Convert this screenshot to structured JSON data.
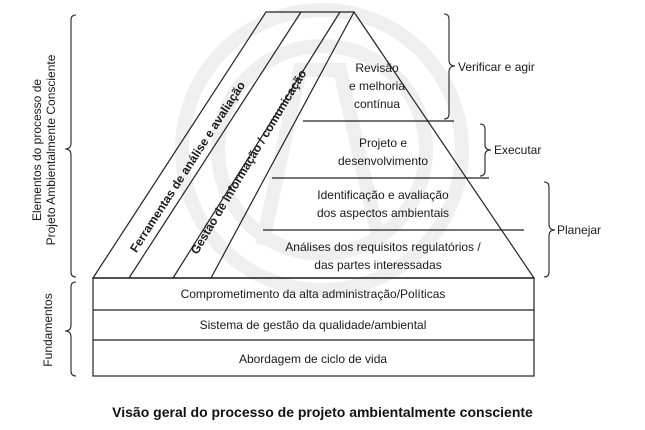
{
  "pyramid": {
    "top": [
      "Revisão",
      "e melhoria",
      "contínua"
    ],
    "design": [
      "Projeto e",
      "desenvolvimento"
    ],
    "identify": [
      "Identificação e avaliação",
      "dos aspectos ambientais"
    ],
    "analysis": [
      "Análises dos requisitos regulatórios /",
      "das partes interessadas"
    ]
  },
  "diagonals": {
    "tools": "Ferramentas de análise e avaliação",
    "info": "Gestão de informação / comunicação"
  },
  "foundations": [
    "Comprometimento da alta administração/Políticas",
    "Sistema de gestão da qualidade/ambiental",
    "Abordagem de ciclo de vida"
  ],
  "right_brackets": {
    "verify": "Verificar e agir",
    "execute": "Executar",
    "plan": "Planejar"
  },
  "left_brackets": {
    "elements": [
      "Elementos do processo de",
      "Projeto Ambientalmente Consciente"
    ],
    "foundations": "Fundamentos"
  },
  "caption": "Visão geral do processo de projeto ambientalmente consciente",
  "watermark": "ABNT"
}
